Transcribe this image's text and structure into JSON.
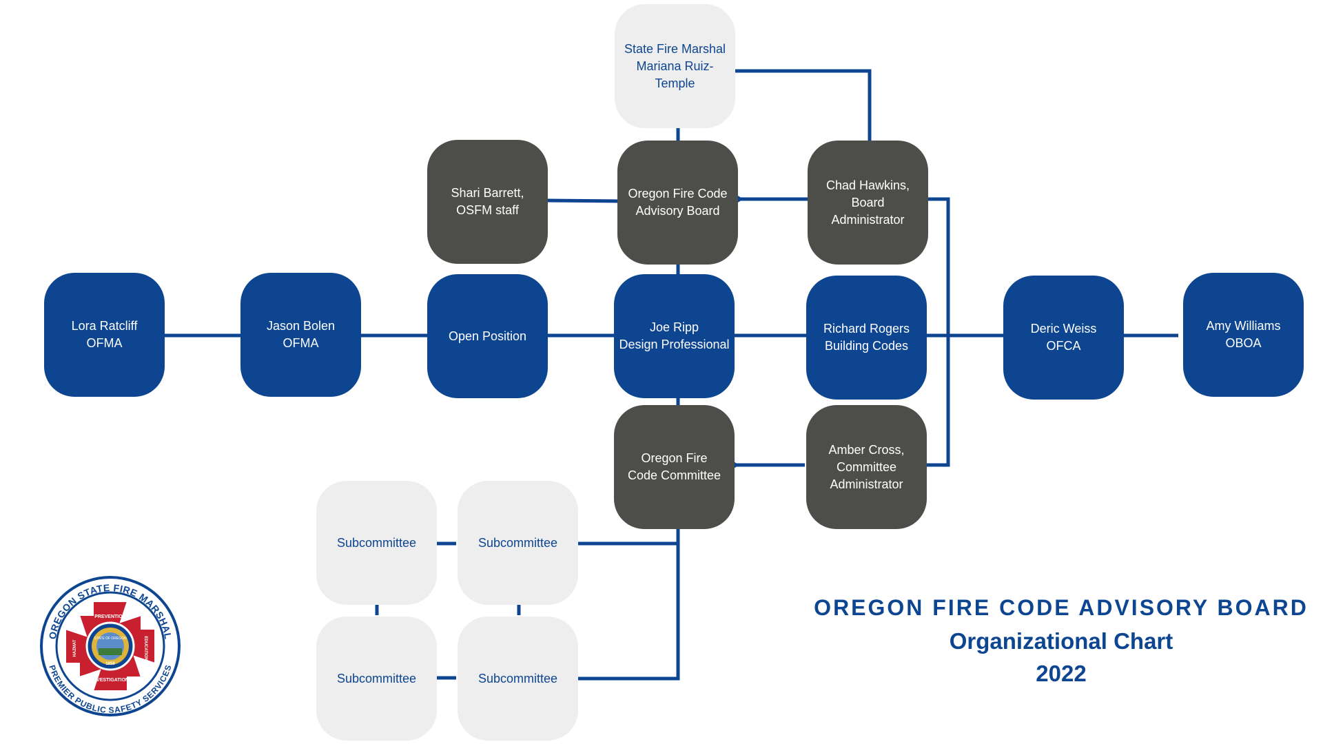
{
  "colors": {
    "blue": "#0d4591",
    "dark": "#4d4d4a",
    "light": "#eeeeee",
    "connector": "#0d4591",
    "logo_red": "#c8202f"
  },
  "nodes": {
    "state_fire_marshal": {
      "line1": "State Fire Marshal",
      "line2": "Mariana Ruiz-Temple"
    },
    "shari_barrett": {
      "line1": "Shari Barrett,",
      "line2": "OSFM staff"
    },
    "advisory_board": {
      "line1": "Oregon Fire Code",
      "line2": "Advisory Board"
    },
    "chad_hawkins": {
      "line1": "Chad Hawkins,",
      "line2": "Board",
      "line3": "Administrator"
    },
    "lora_ratcliff": {
      "line1": "Lora Ratcliff",
      "line2": "OFMA"
    },
    "jason_bolen": {
      "line1": "Jason Bolen",
      "line2": "OFMA"
    },
    "open_position": {
      "line1": "Open Position"
    },
    "joe_ripp": {
      "line1": "Joe Ripp",
      "line2": "Design Professional"
    },
    "richard_rogers": {
      "line1": "Richard Rogers",
      "line2": "Building Codes"
    },
    "deric_weiss": {
      "line1": "Deric Weiss",
      "line2": "OFCA"
    },
    "amy_williams": {
      "line1": "Amy Williams",
      "line2": "OBOA"
    },
    "code_committee": {
      "line1": "Oregon Fire",
      "line2": "Code Committee"
    },
    "amber_cross": {
      "line1": "Amber Cross,",
      "line2": "Committee",
      "line3": "Administrator"
    },
    "subcommittee_1": {
      "line1": "Subcommittee"
    },
    "subcommittee_2": {
      "line1": "Subcommittee"
    },
    "subcommittee_3": {
      "line1": "Subcommittee"
    },
    "subcommittee_4": {
      "line1": "Subcommittee"
    }
  },
  "title": {
    "line1": "OREGON FIRE CODE ADVISORY BOARD",
    "line2": "Organizational Chart",
    "line3": "2022"
  },
  "logo": {
    "top_text": "OREGON STATE FIRE MARSHAL",
    "bottom_text": "PREMIER PUBLIC SAFETY SERVICES",
    "cross_top": "PREVENTION",
    "cross_left": "HAZMAT",
    "cross_right": "EDUCATION",
    "cross_bottom": "INVESTIGATION",
    "seal_text": "STATE OF OREGON",
    "seal_year": "1859"
  }
}
